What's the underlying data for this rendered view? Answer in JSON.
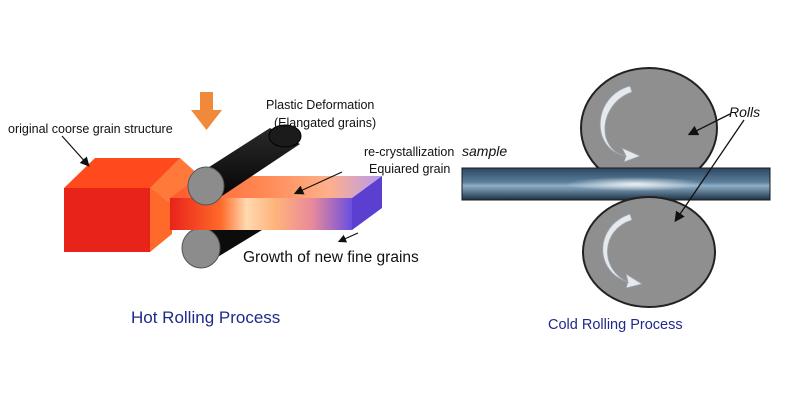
{
  "hot_rolling": {
    "label_original_grain": "original coorse grain structure",
    "label_plastic_deformation": "Plastic Deformation",
    "label_elongated_grains": "(Elangated grains)",
    "label_recrystallization": "re-crystallization",
    "label_equiared_grain": "Equiared grain",
    "label_growth": "Growth of new fine grains",
    "title": "Hot Rolling Process"
  },
  "cold_rolling": {
    "label_sample": "sample",
    "label_rolls": "Rolls",
    "title": "Cold Rolling Process"
  },
  "colors": {
    "hot_start": "#e8231a",
    "hot_mid": "#ffb27a",
    "hot_end": "#6a4fe0",
    "press_arrow": "#f08a3a",
    "roll_black": "#121212",
    "roll_end": "#8c8c8c",
    "cold_roll": "#8f8f8f",
    "sample_strip": "#1f3a52",
    "title_blue": "#1f2a8a"
  }
}
